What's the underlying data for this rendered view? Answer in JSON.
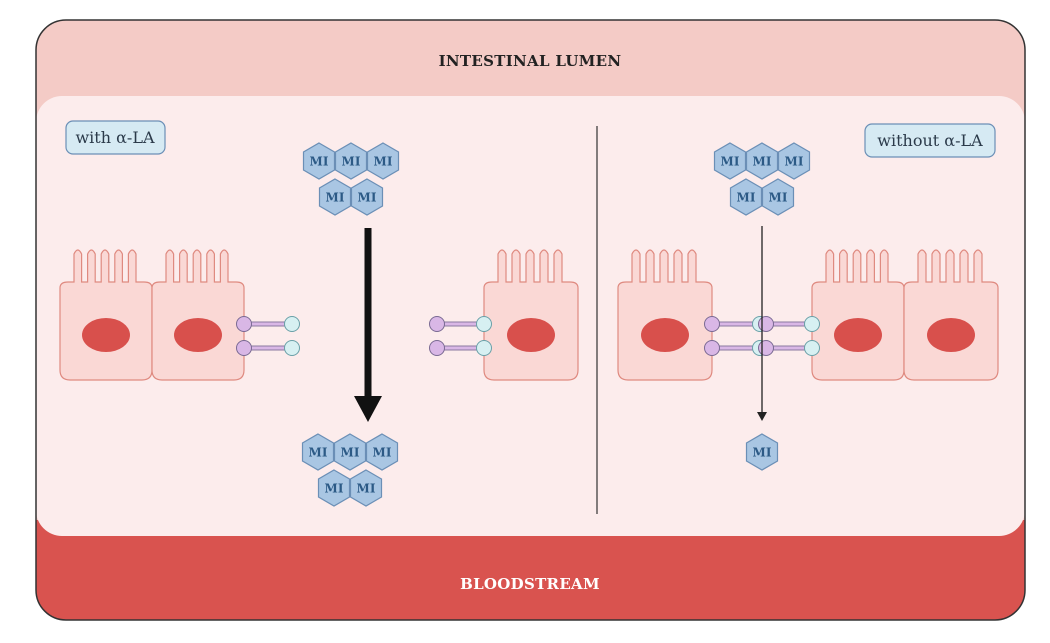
{
  "labels": {
    "top_region": "INTESTINAL LUMEN",
    "bottom_region": "BLOODSTREAM",
    "left_condition": "with α-LA",
    "right_condition": "without α-LA",
    "molecule": "MI"
  },
  "colors": {
    "lumen": "#f4cbc6",
    "bloodstream": "#d9534f",
    "tissue": "#fcecec",
    "cell_fill": "#fad8d5",
    "cell_stroke": "#df8a80",
    "nucleus": "#d8504c",
    "molecule_fill": "#a9c6e3",
    "molecule_stroke": "#6b8fb6",
    "junction_purple": "#d9b7e6",
    "junction_cyan": "#d7f0f2"
  }
}
